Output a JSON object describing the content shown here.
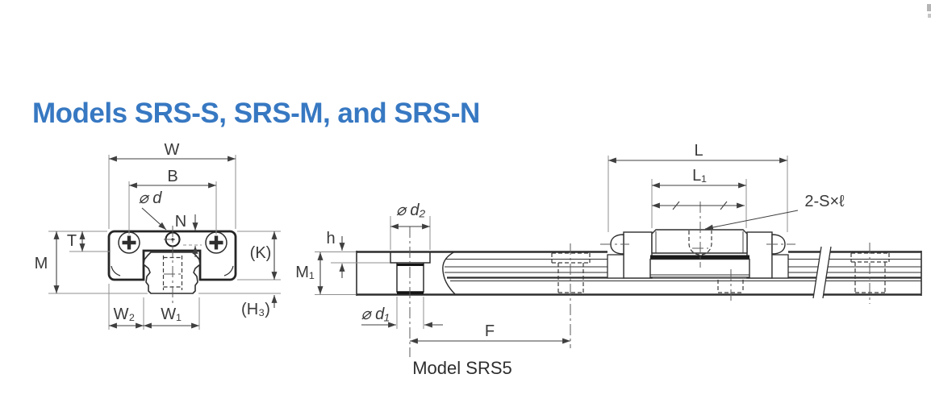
{
  "title": "Models SRS-S, SRS-M, and SRS-N",
  "caption": "Model SRS5",
  "colors": {
    "title_blue": "#3778c2",
    "drawing_line": "#2e2e2e",
    "dim_text": "#3a3a3a"
  },
  "front_view": {
    "description": "cross-section view of block on rail",
    "labels": {
      "W": "W",
      "B": "B",
      "phi_d": "⌀ d",
      "N": "N",
      "T": "T",
      "M": "M",
      "K": "(K)",
      "H3": "(H₃)",
      "W2": "W₂",
      "W1": "W₁"
    }
  },
  "side_view": {
    "description": "side view of block on rail, model SRS5",
    "labels": {
      "L": "L",
      "L1": "L₁",
      "S": "2-S×ℓ",
      "phi_d2": "⌀ d₂",
      "h": "h",
      "M1": "M₁",
      "phi_d1": "⌀ d₁",
      "F": "F"
    }
  }
}
